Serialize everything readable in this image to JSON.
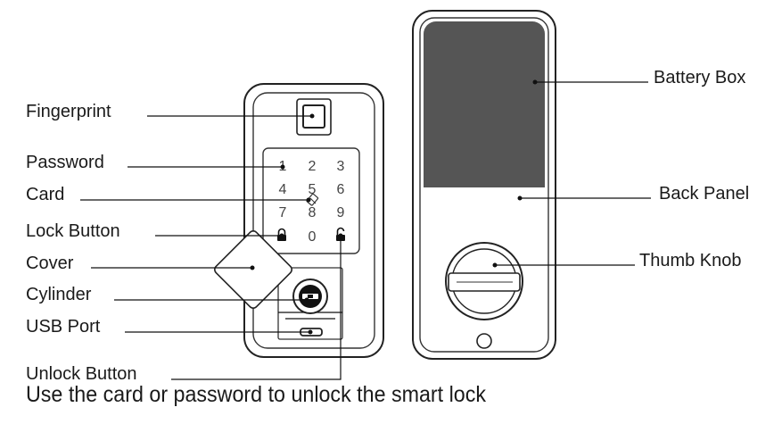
{
  "labels": {
    "fingerprint": "Fingerprint",
    "password": "Password",
    "card": "Card",
    "lock_button": "Lock Button",
    "cover": "Cover",
    "cylinder": "Cylinder",
    "usb_port": "USB Port",
    "unlock_button": "Unlock Button",
    "battery_box": "Battery Box",
    "back_panel": "Back Panel",
    "thumb_knob": "Thumb Knob"
  },
  "keypad": {
    "row1": [
      "1",
      "2",
      "3"
    ],
    "row2": [
      "4",
      "5",
      "6"
    ],
    "row3": [
      "7",
      "8",
      "9"
    ],
    "row4_center": "0"
  },
  "caption": "Use the card or password to unlock the smart lock",
  "colors": {
    "battery_box": "#555555",
    "panel_outline": "#222222",
    "key_text": "#444444"
  }
}
